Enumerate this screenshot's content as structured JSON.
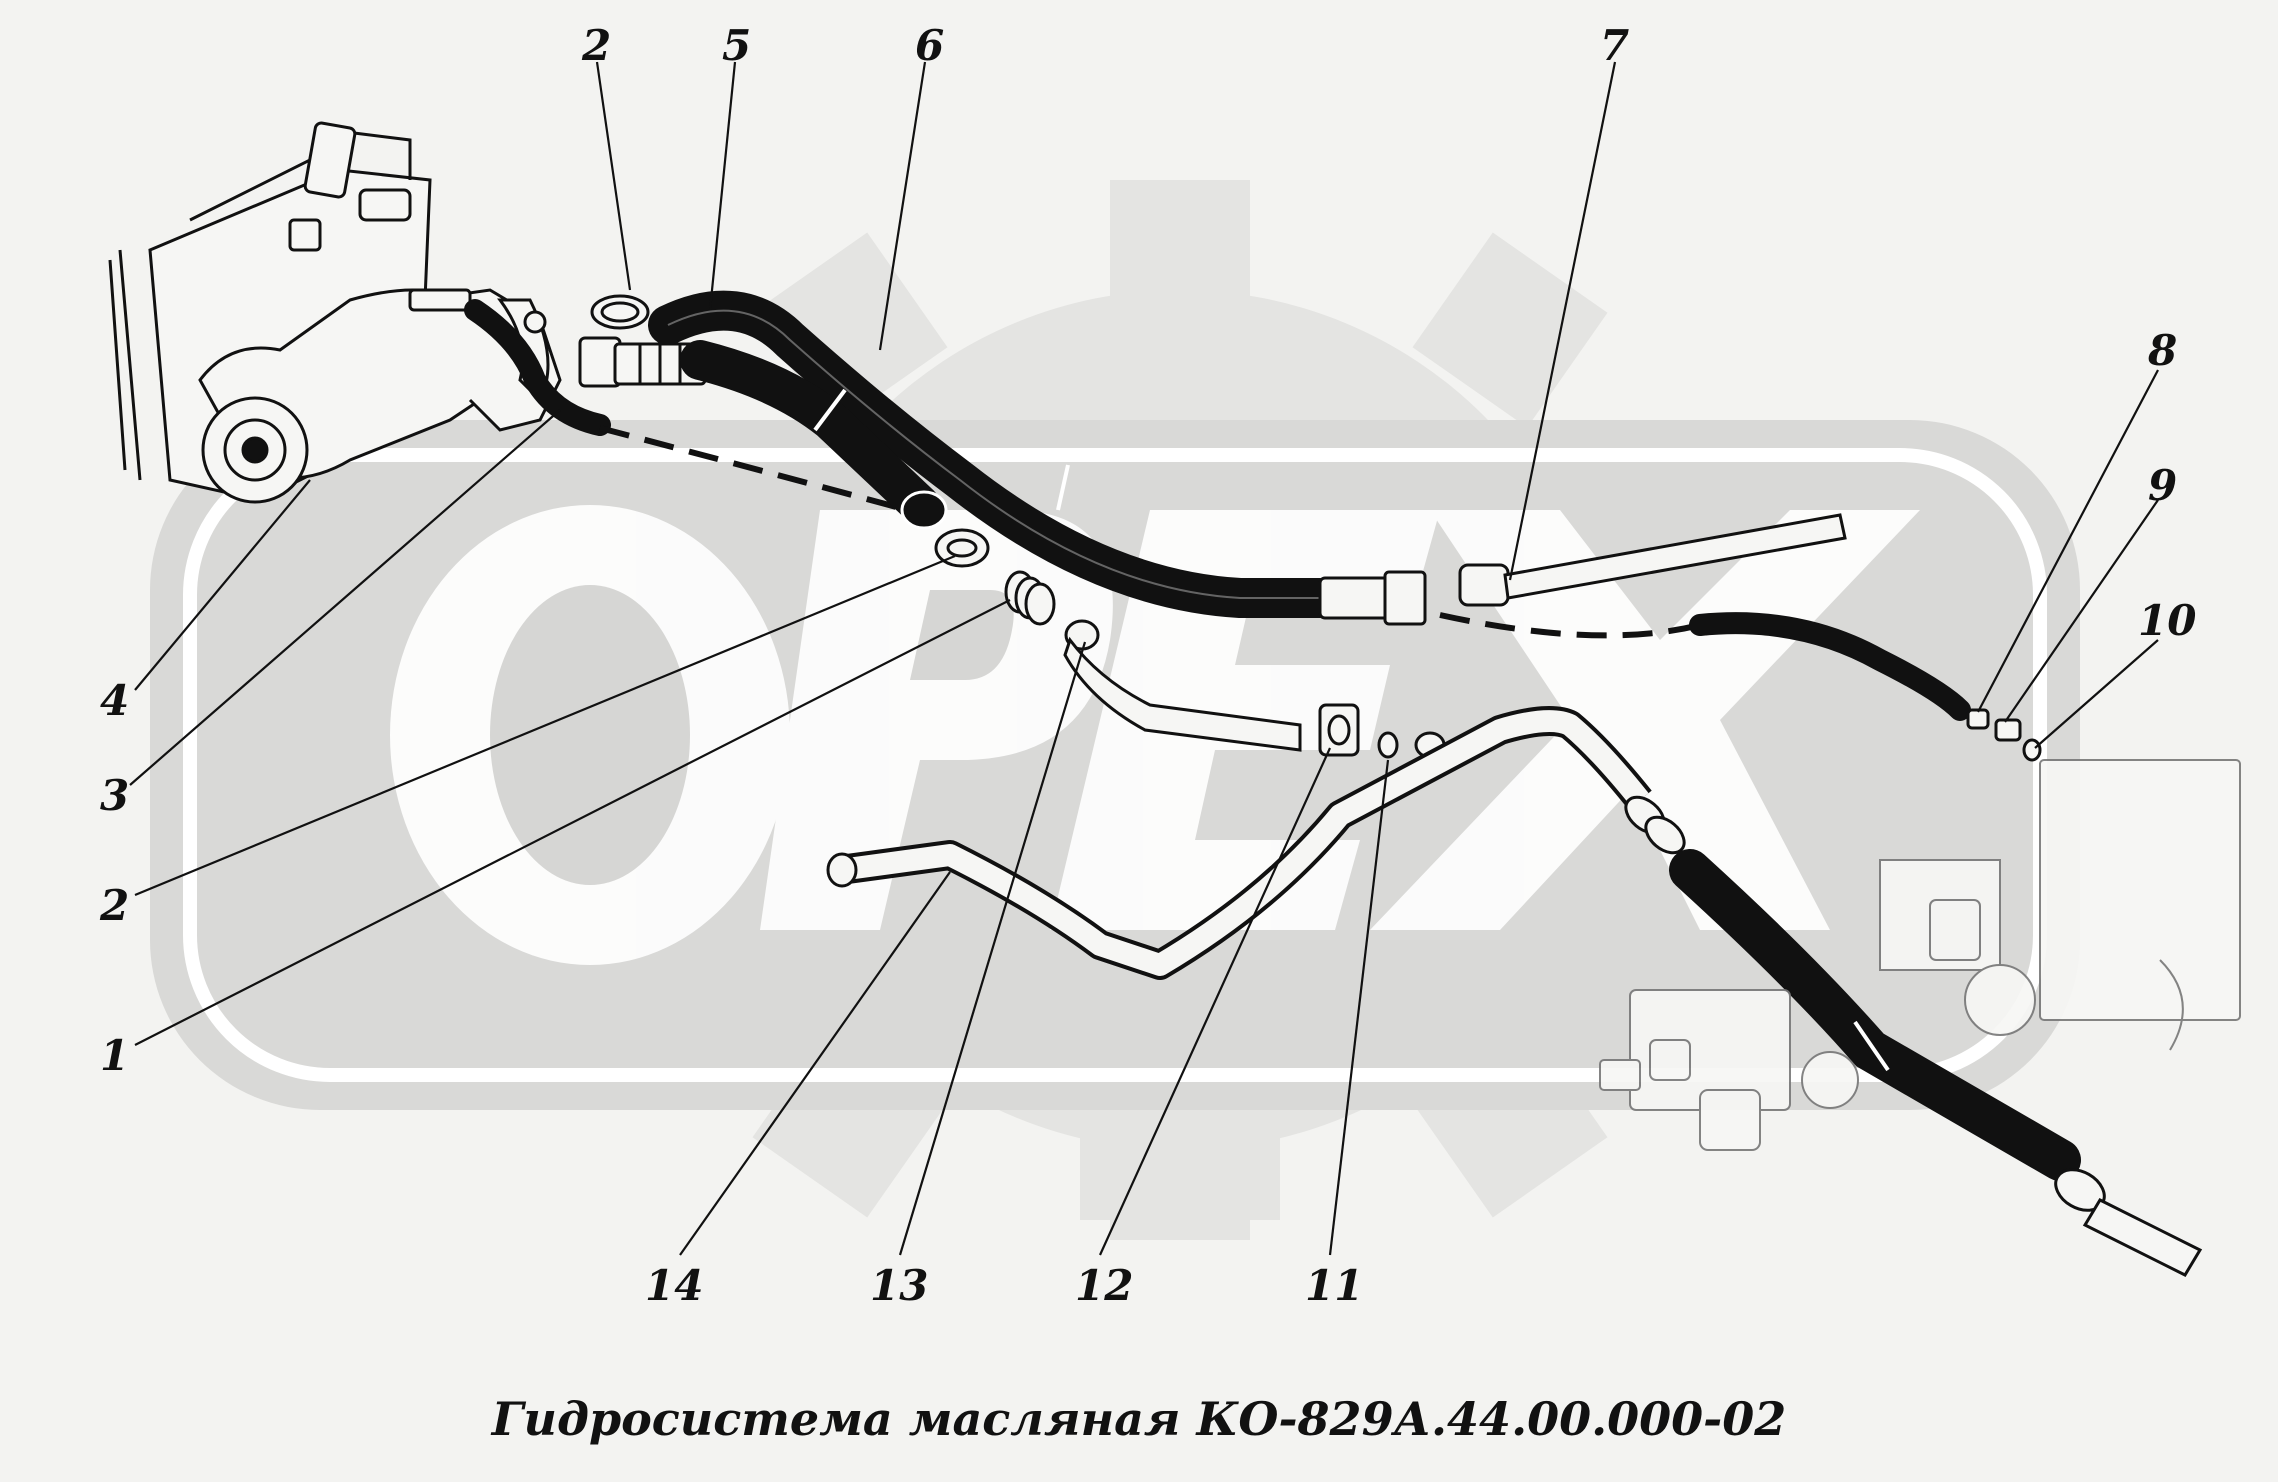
{
  "caption": "Гидросистема масляная КО-829А.44.00.000-02",
  "watermark": {
    "text": "OPEX",
    "color": "#d9d9d7"
  },
  "callouts": [
    "1",
    "2",
    "2",
    "3",
    "4",
    "5",
    "6",
    "7",
    "8",
    "9",
    "10",
    "11",
    "12",
    "13",
    "14"
  ],
  "colors": {
    "hose": "#111111",
    "ink": "#111111",
    "background": "#f3f3f1"
  }
}
